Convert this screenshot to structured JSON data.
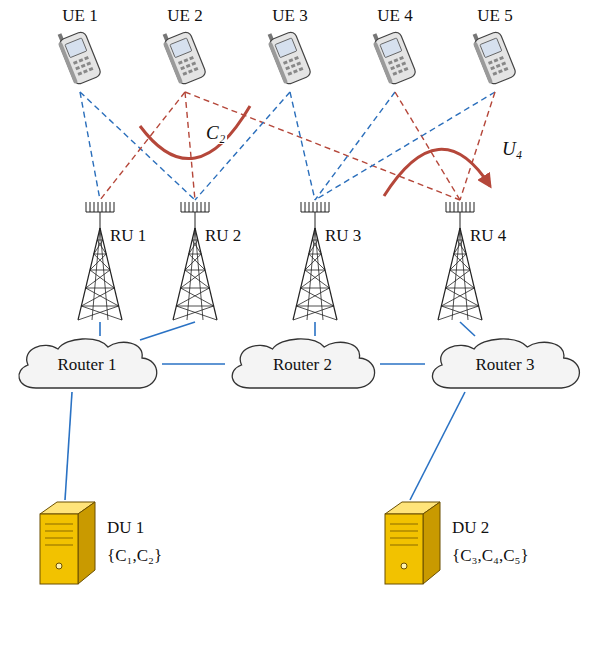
{
  "diagram": {
    "nodes": [
      {
        "text": [
          "UE 1"
        ]
      },
      {
        "text": [
          "UE 2"
        ]
      },
      {
        "text": [
          "UE 3"
        ]
      },
      {
        "text": [
          "UE 4"
        ]
      },
      {
        "text": [
          "UE 5"
        ]
      },
      {
        "text": [
          "RU 1"
        ]
      },
      {
        "text": [
          "RU 2"
        ]
      },
      {
        "text": [
          "RU 3"
        ]
      },
      {
        "text": [
          "RU 4"
        ]
      },
      {
        "text": [
          "Router 1"
        ]
      },
      {
        "text": [
          "Router 2"
        ]
      },
      {
        "text": [
          "Router 3"
        ]
      },
      {
        "text": [
          "DU 1",
          "{C₁,C₂}"
        ]
      },
      {
        "text": [
          "DU 2",
          "{C₃,C₄,C₅}"
        ]
      }
    ],
    "edges": [
      {
        "from": 0,
        "to": 5,
        "arrow": "none"
      },
      {
        "from": 0,
        "to": 6,
        "arrow": "none"
      },
      {
        "from": 1,
        "to": 5,
        "arrow": "none"
      },
      {
        "from": 1,
        "to": 6,
        "arrow": "none"
      },
      {
        "from": 1,
        "to": 8,
        "arrow": "none"
      },
      {
        "from": 2,
        "to": 6,
        "arrow": "none"
      },
      {
        "from": 2,
        "to": 7,
        "arrow": "none"
      },
      {
        "from": 3,
        "to": 7,
        "arrow": "none"
      },
      {
        "from": 3,
        "to": 8,
        "arrow": "none"
      },
      {
        "from": 4,
        "to": 7,
        "arrow": "none"
      },
      {
        "from": 4,
        "to": 8,
        "arrow": "none"
      },
      {
        "from": 5,
        "to": 9,
        "arrow": "none"
      },
      {
        "from": 6,
        "to": 9,
        "arrow": "none"
      },
      {
        "from": 7,
        "to": 10,
        "arrow": "none"
      },
      {
        "from": 8,
        "to": 11,
        "arrow": "none"
      },
      {
        "from": 9,
        "to": 10,
        "arrow": "none"
      },
      {
        "from": 10,
        "to": 11,
        "arrow": "none"
      },
      {
        "from": 9,
        "to": 12,
        "arrow": "none"
      },
      {
        "from": 11,
        "to": 13,
        "arrow": "none"
      }
    ],
    "labels": [
      "C₂",
      "U₄"
    ]
  }
}
